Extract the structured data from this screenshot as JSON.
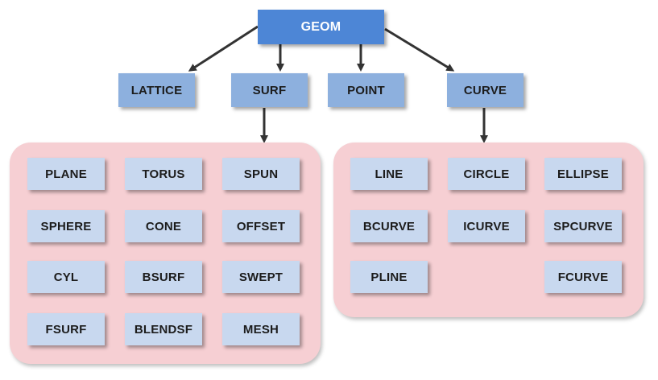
{
  "root": {
    "label": "GEOM"
  },
  "categories": {
    "lattice": "LATTICE",
    "surf": "SURF",
    "point": "POINT",
    "curve": "CURVE"
  },
  "surf_items": [
    "PLANE",
    "TORUS",
    "SPUN",
    "SPHERE",
    "CONE",
    "OFFSET",
    "CYL",
    "BSURF",
    "SWEPT",
    "FSURF",
    "BLENDSF",
    "MESH"
  ],
  "curve_items": [
    "LINE",
    "CIRCLE",
    "ELLIPSE",
    "BCURVE",
    "ICURVE",
    "SPCURVE",
    "PLINE",
    "FCURVE"
  ],
  "colors": {
    "root": "#4d86d6",
    "category": "#8db0de",
    "leaf": "#c8d8ef",
    "panel": "#f6cfd3",
    "arrow": "#333333"
  }
}
